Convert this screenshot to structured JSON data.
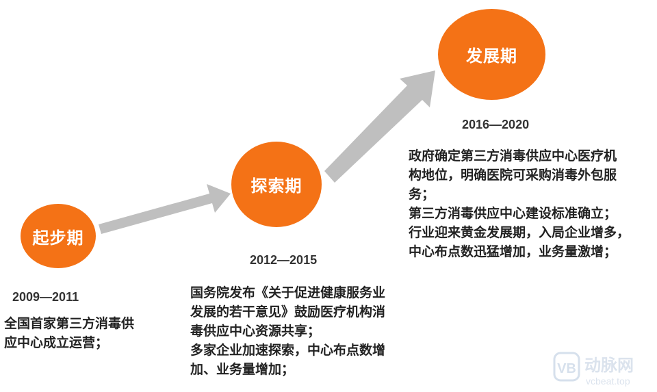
{
  "colors": {
    "stage_fill": "#F47216",
    "arrow": "#BFBFBF"
  },
  "stages": [
    {
      "label": "起步期",
      "period": "2009—2011",
      "description": [
        "全国首家第三方消毒供",
        "应中心成立运营；"
      ]
    },
    {
      "label": "探索期",
      "period": "2012—2015",
      "description": [
        "国务院发布《关于促进健康服务业",
        "发展的若干意见》鼓励医疗机构消",
        "毒供应中心资源共享；",
        "多家企业加速探索，中心布点数增",
        "加、业务量增加；"
      ]
    },
    {
      "label": "发展期",
      "period": "2016—2020",
      "description": [
        "政府确定第三方消毒供应中心医疗机",
        "构地位，明确医院可采购消毒外包服",
        "务；",
        "第三方消毒供应中心建设标准确立；",
        "行业迎来黄金发展期，入局企业增多，",
        "中心布点数迅猛增加，业务量激增；"
      ]
    }
  ],
  "watermark": {
    "brand": "动脉网",
    "url": "vcbeat.top",
    "logo": "VB"
  }
}
